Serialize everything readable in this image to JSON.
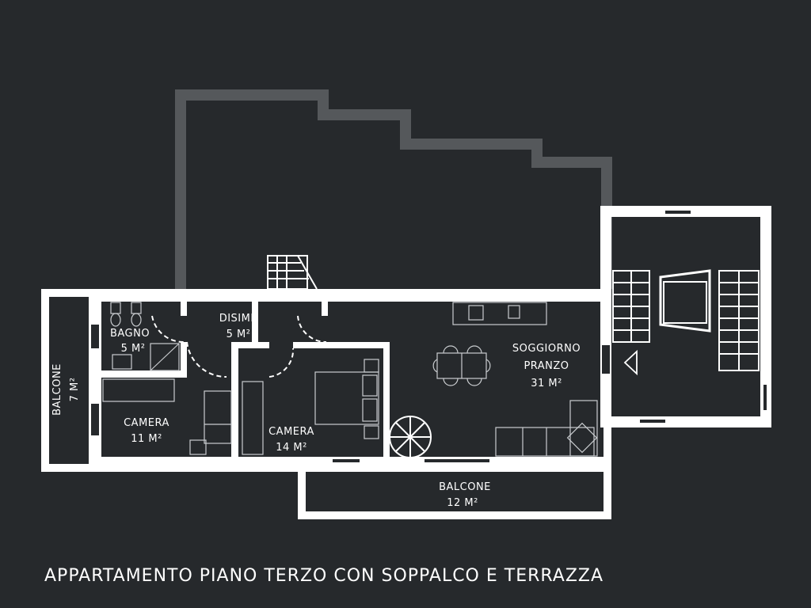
{
  "title": "APPARTAMENTO PIANO TERZO CON SOPPALCO E TERRAZZA",
  "colors": {
    "background": "#26292c",
    "walls": "#ffffff",
    "mezzanine_outline": "#55585b",
    "furniture": "#c9cccf"
  },
  "rooms": {
    "bagno": {
      "name": "BAGNO",
      "area": "5 M²"
    },
    "disimp": {
      "name": "DISIMP.",
      "area": "5 M²"
    },
    "soggiorno": {
      "name1": "SOGGIORNO",
      "name2": "PRANZO",
      "area": "31 M²"
    },
    "camera_11": {
      "name": "CAMERA",
      "area": "11 M²"
    },
    "camera_14": {
      "name": "CAMERA",
      "area": "14 M²"
    },
    "balcone_7": {
      "name": "BALCONE",
      "area": "7 M²"
    },
    "balcone_12": {
      "name": "BALCONE",
      "area": "12 M²"
    }
  },
  "icons": [
    "spiral-staircase-icon",
    "stair-flight-icon",
    "bed-icon",
    "sofa-icon",
    "dining-table-icon",
    "toilet-icon",
    "shower-icon",
    "kitchen-counter-icon",
    "wardrobe-icon",
    "stair-arrow-icon"
  ]
}
